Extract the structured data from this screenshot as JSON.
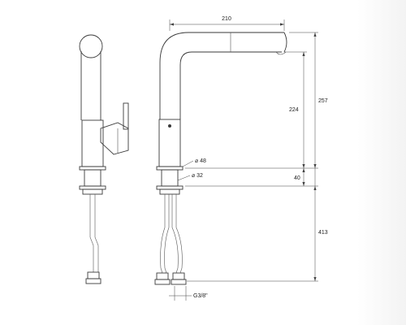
{
  "dimensions": {
    "reach": "210",
    "total_height": "257",
    "spout_height": "224",
    "base_diameter": "⌀ 48",
    "shank_height": "40",
    "shank_diameter": "⌀ 32",
    "hose_length": "413",
    "connection_thread": "G3/8\""
  },
  "colors": {
    "line": "#3a3a3a",
    "dimension": "#444444"
  }
}
